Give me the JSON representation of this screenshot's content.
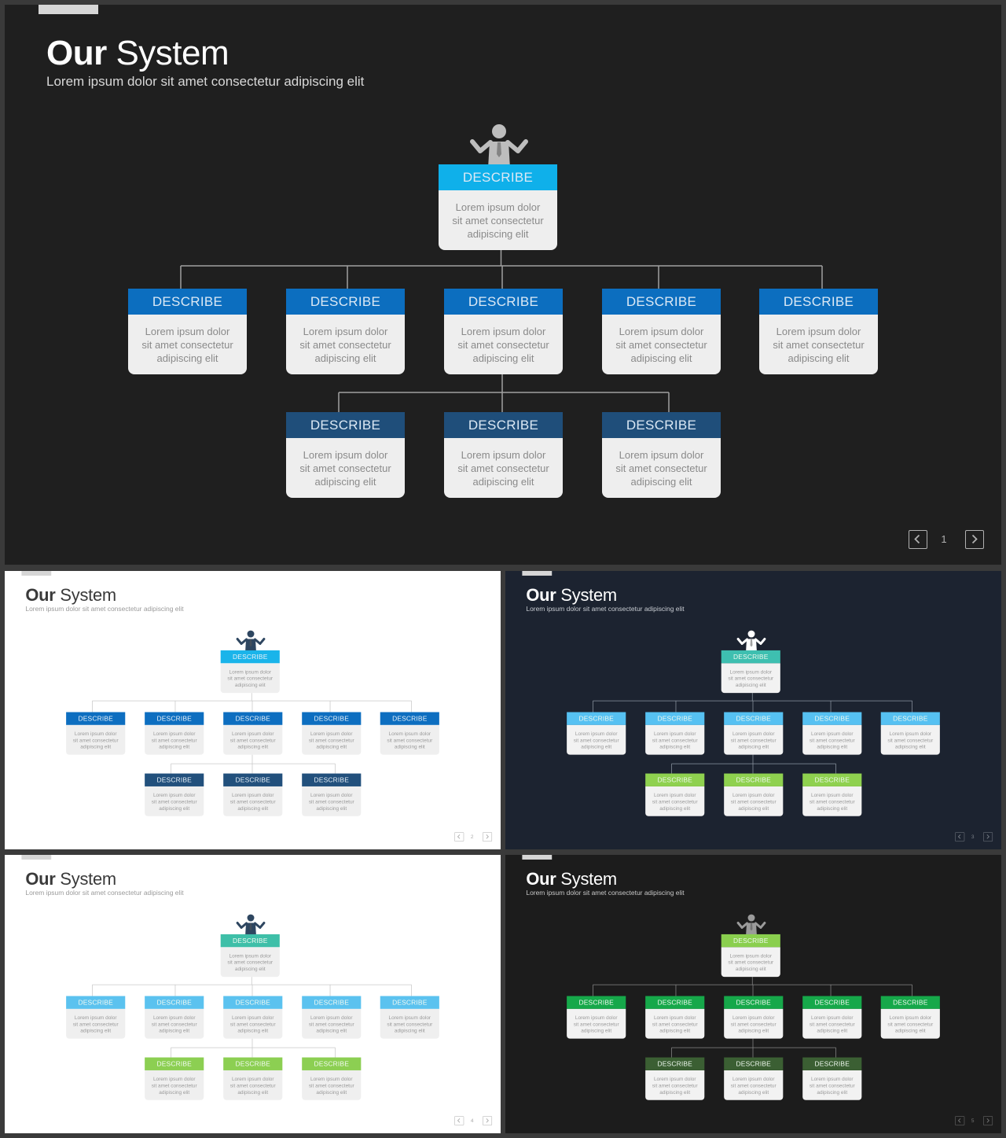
{
  "title_bold": "Our",
  "title_rest": " System",
  "subtitle": "Lorem ipsum dolor sit amet consectetur adipiscing elit",
  "node_header": "DESCRIBE",
  "node_body": "Lorem ipsum dolor sit amet consectetur adipiscing elit",
  "icons": {
    "person": "person-icon",
    "prev": "chevron-left-icon",
    "next": "chevron-right-icon"
  },
  "slides": [
    {
      "page": "1",
      "theme": {
        "bg": "#1f1f1f",
        "title": "#ffffff",
        "subtitle": "#d8d8d8",
        "card": "#eeeeee",
        "bodyText": "#8a8a8a",
        "line": "#a0a0a0",
        "person": "#bdbdbd",
        "nav": "#b0b0b0",
        "headerText": "#dce9f5"
      },
      "colors": {
        "top": "#0fb0ea",
        "mid": "#0c6ebf",
        "bottom": "#1f4e7a"
      }
    },
    {
      "page": "2",
      "theme": {
        "bg": "#ffffff",
        "title": "#3a3a3a",
        "subtitle": "#9a9a9a",
        "card": "#efefef",
        "bodyText": "#9a9a9a",
        "line": "#c8c8c8",
        "person": "#2e4660",
        "nav": "#aaaaaa",
        "headerText": "#e8f1f8"
      },
      "colors": {
        "top": "#1ab4ea",
        "mid": "#0d6ec0",
        "bottom": "#22507c"
      }
    },
    {
      "page": "3",
      "theme": {
        "bg": "#1c2330",
        "title": "#ffffff",
        "subtitle": "#c8ccd2",
        "card": "#f2f2f2",
        "bodyText": "#9a9a9a",
        "line": "#8d97a3",
        "person": "#ffffff",
        "nav": "#7a8088",
        "headerText": "#eef8ee"
      },
      "colors": {
        "top": "#3ebfb0",
        "mid": "#56c1f2",
        "bottom": "#8fd14f"
      }
    },
    {
      "page": "4",
      "theme": {
        "bg": "#ffffff",
        "title": "#3a3a3a",
        "subtitle": "#9a9a9a",
        "card": "#efefef",
        "bodyText": "#9a9a9a",
        "line": "#c8c8c8",
        "person": "#2e4660",
        "nav": "#aaaaaa",
        "headerText": "#f2faf2"
      },
      "colors": {
        "top": "#3ebfa8",
        "mid": "#5bc2ef",
        "bottom": "#8ccf52"
      }
    },
    {
      "page": "5",
      "theme": {
        "bg": "#1c1c1c",
        "title": "#ffffff",
        "subtitle": "#c8c8c8",
        "card": "#f2f2f2",
        "bodyText": "#9a9a9a",
        "line": "#888888",
        "person": "#9a9a9a",
        "nav": "#777777",
        "headerText": "#eef8ee"
      },
      "colors": {
        "top": "#8acf4e",
        "mid": "#16a84a",
        "bottom": "#3b5f33"
      }
    }
  ]
}
